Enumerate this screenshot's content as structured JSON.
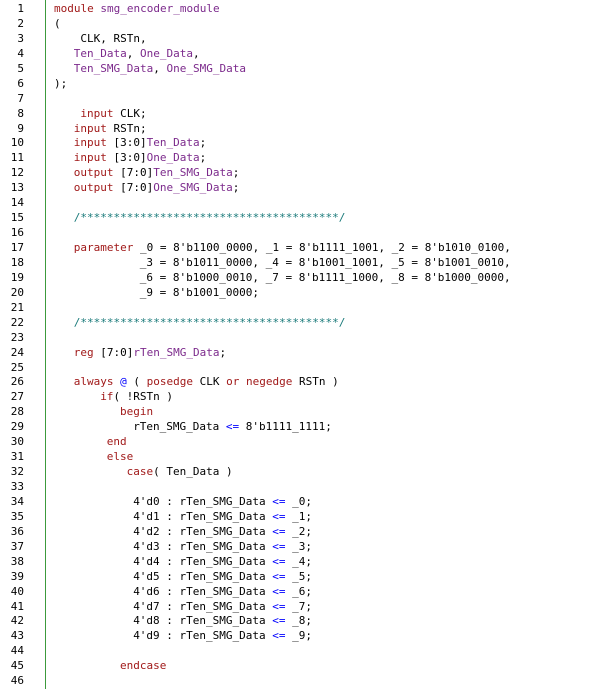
{
  "editor": {
    "language": "verilog",
    "colors": {
      "keyword": "#a11a1a",
      "identifier": "#7c2a8c",
      "comment": "#1a7a7a",
      "operator": "#0000ff",
      "text": "#000000",
      "gutter_border": "#3c9a3c"
    },
    "lines": [
      {
        "n": "1",
        "indent": 0,
        "tokens": [
          {
            "t": "kw",
            "v": "module"
          },
          {
            "t": "tx",
            "v": " "
          },
          {
            "t": "id",
            "v": "smg_encoder_module"
          }
        ]
      },
      {
        "n": "2",
        "indent": 0,
        "tokens": [
          {
            "t": "tx",
            "v": "("
          }
        ]
      },
      {
        "n": "3",
        "indent": 4,
        "tokens": [
          {
            "t": "tx",
            "v": "CLK, RSTn,"
          }
        ]
      },
      {
        "n": "4",
        "indent": 3,
        "tokens": [
          {
            "t": "id",
            "v": "Ten_Data"
          },
          {
            "t": "tx",
            "v": ", "
          },
          {
            "t": "id",
            "v": "One_Data"
          },
          {
            "t": "tx",
            "v": ","
          }
        ]
      },
      {
        "n": "5",
        "indent": 3,
        "tokens": [
          {
            "t": "id",
            "v": "Ten_SMG_Data"
          },
          {
            "t": "tx",
            "v": ", "
          },
          {
            "t": "id",
            "v": "One_SMG_Data"
          }
        ]
      },
      {
        "n": "6",
        "indent": 0,
        "tokens": [
          {
            "t": "tx",
            "v": ");"
          }
        ]
      },
      {
        "n": "7",
        "indent": 0,
        "tokens": []
      },
      {
        "n": "8",
        "indent": 4,
        "tokens": [
          {
            "t": "kw",
            "v": "input"
          },
          {
            "t": "tx",
            "v": " CLK;"
          }
        ]
      },
      {
        "n": "9",
        "indent": 3,
        "tokens": [
          {
            "t": "kw",
            "v": "input"
          },
          {
            "t": "tx",
            "v": " RSTn;"
          }
        ]
      },
      {
        "n": "10",
        "indent": 3,
        "tokens": [
          {
            "t": "kw",
            "v": "input"
          },
          {
            "t": "tx",
            "v": " [3:0]"
          },
          {
            "t": "id",
            "v": "Ten_Data"
          },
          {
            "t": "tx",
            "v": ";"
          }
        ]
      },
      {
        "n": "11",
        "indent": 3,
        "tokens": [
          {
            "t": "kw",
            "v": "input"
          },
          {
            "t": "tx",
            "v": " [3:0]"
          },
          {
            "t": "id",
            "v": "One_Data"
          },
          {
            "t": "tx",
            "v": ";"
          }
        ]
      },
      {
        "n": "12",
        "indent": 3,
        "tokens": [
          {
            "t": "kw",
            "v": "output"
          },
          {
            "t": "tx",
            "v": " [7:0]"
          },
          {
            "t": "id",
            "v": "Ten_SMG_Data"
          },
          {
            "t": "tx",
            "v": ";"
          }
        ]
      },
      {
        "n": "13",
        "indent": 3,
        "tokens": [
          {
            "t": "kw",
            "v": "output"
          },
          {
            "t": "tx",
            "v": " [7:0]"
          },
          {
            "t": "id",
            "v": "One_SMG_Data"
          },
          {
            "t": "tx",
            "v": ";"
          }
        ]
      },
      {
        "n": "14",
        "indent": 0,
        "tokens": []
      },
      {
        "n": "15",
        "indent": 3,
        "tokens": [
          {
            "t": "cm",
            "v": "/***************************************/"
          }
        ]
      },
      {
        "n": "16",
        "indent": 0,
        "tokens": []
      },
      {
        "n": "17",
        "indent": 3,
        "tokens": [
          {
            "t": "kw",
            "v": "parameter"
          },
          {
            "t": "tx",
            "v": " _0 = 8'b1100_0000, _1 = 8'b1111_1001, _2 = 8'b1010_0100,"
          }
        ]
      },
      {
        "n": "18",
        "indent": 13,
        "tokens": [
          {
            "t": "tx",
            "v": "_3 = 8'b1011_0000, _4 = 8'b1001_1001, _5 = 8'b1001_0010,"
          }
        ]
      },
      {
        "n": "19",
        "indent": 13,
        "tokens": [
          {
            "t": "tx",
            "v": "_6 = 8'b1000_0010, _7 = 8'b1111_1000, _8 = 8'b1000_0000,"
          }
        ]
      },
      {
        "n": "20",
        "indent": 13,
        "tokens": [
          {
            "t": "tx",
            "v": "_9 = 8'b1001_0000;"
          }
        ]
      },
      {
        "n": "21",
        "indent": 0,
        "tokens": []
      },
      {
        "n": "22",
        "indent": 3,
        "tokens": [
          {
            "t": "cm",
            "v": "/***************************************/"
          }
        ]
      },
      {
        "n": "23",
        "indent": 0,
        "tokens": []
      },
      {
        "n": "24",
        "indent": 3,
        "tokens": [
          {
            "t": "kw",
            "v": "reg"
          },
          {
            "t": "tx",
            "v": " [7:0]"
          },
          {
            "t": "id",
            "v": "rTen_SMG_Data"
          },
          {
            "t": "tx",
            "v": ";"
          }
        ]
      },
      {
        "n": "25",
        "indent": 0,
        "tokens": []
      },
      {
        "n": "26",
        "indent": 3,
        "tokens": [
          {
            "t": "kw",
            "v": "always"
          },
          {
            "t": "tx",
            "v": " "
          },
          {
            "t": "op",
            "v": "@"
          },
          {
            "t": "tx",
            "v": " ( "
          },
          {
            "t": "kw",
            "v": "posedge"
          },
          {
            "t": "tx",
            "v": " CLK "
          },
          {
            "t": "kw",
            "v": "or"
          },
          {
            "t": "tx",
            "v": " "
          },
          {
            "t": "kw",
            "v": "negedge"
          },
          {
            "t": "tx",
            "v": " RSTn )"
          }
        ]
      },
      {
        "n": "27",
        "indent": 7,
        "tokens": [
          {
            "t": "kw",
            "v": "if"
          },
          {
            "t": "tx",
            "v": "( !RSTn )"
          }
        ]
      },
      {
        "n": "28",
        "indent": 10,
        "tokens": [
          {
            "t": "kw",
            "v": "begin"
          }
        ]
      },
      {
        "n": "29",
        "indent": 12,
        "tokens": [
          {
            "t": "tx",
            "v": "rTen_SMG_Data "
          },
          {
            "t": "op",
            "v": "<="
          },
          {
            "t": "tx",
            "v": " 8'b1111_1111;"
          }
        ]
      },
      {
        "n": "30",
        "indent": 8,
        "tokens": [
          {
            "t": "kw",
            "v": "end"
          }
        ]
      },
      {
        "n": "31",
        "indent": 8,
        "tokens": [
          {
            "t": "kw",
            "v": "else"
          }
        ]
      },
      {
        "n": "32",
        "indent": 11,
        "tokens": [
          {
            "t": "kw",
            "v": "case"
          },
          {
            "t": "tx",
            "v": "( Ten_Data )"
          }
        ]
      },
      {
        "n": "33",
        "indent": 0,
        "tokens": []
      },
      {
        "n": "34",
        "indent": 12,
        "tokens": [
          {
            "t": "tx",
            "v": "4'd0 : rTen_SMG_Data "
          },
          {
            "t": "op",
            "v": "<="
          },
          {
            "t": "tx",
            "v": " _0;"
          }
        ]
      },
      {
        "n": "35",
        "indent": 12,
        "tokens": [
          {
            "t": "tx",
            "v": "4'd1 : rTen_SMG_Data "
          },
          {
            "t": "op",
            "v": "<="
          },
          {
            "t": "tx",
            "v": " _1;"
          }
        ]
      },
      {
        "n": "36",
        "indent": 12,
        "tokens": [
          {
            "t": "tx",
            "v": "4'd2 : rTen_SMG_Data "
          },
          {
            "t": "op",
            "v": "<="
          },
          {
            "t": "tx",
            "v": " _2;"
          }
        ]
      },
      {
        "n": "37",
        "indent": 12,
        "tokens": [
          {
            "t": "tx",
            "v": "4'd3 : rTen_SMG_Data "
          },
          {
            "t": "op",
            "v": "<="
          },
          {
            "t": "tx",
            "v": " _3;"
          }
        ]
      },
      {
        "n": "38",
        "indent": 12,
        "tokens": [
          {
            "t": "tx",
            "v": "4'd4 : rTen_SMG_Data "
          },
          {
            "t": "op",
            "v": "<="
          },
          {
            "t": "tx",
            "v": " _4;"
          }
        ]
      },
      {
        "n": "39",
        "indent": 12,
        "tokens": [
          {
            "t": "tx",
            "v": "4'd5 : rTen_SMG_Data "
          },
          {
            "t": "op",
            "v": "<="
          },
          {
            "t": "tx",
            "v": " _5;"
          }
        ]
      },
      {
        "n": "40",
        "indent": 12,
        "tokens": [
          {
            "t": "tx",
            "v": "4'd6 : rTen_SMG_Data "
          },
          {
            "t": "op",
            "v": "<="
          },
          {
            "t": "tx",
            "v": " _6;"
          }
        ]
      },
      {
        "n": "41",
        "indent": 12,
        "tokens": [
          {
            "t": "tx",
            "v": "4'd7 : rTen_SMG_Data "
          },
          {
            "t": "op",
            "v": "<="
          },
          {
            "t": "tx",
            "v": " _7;"
          }
        ]
      },
      {
        "n": "42",
        "indent": 12,
        "tokens": [
          {
            "t": "tx",
            "v": "4'd8 : rTen_SMG_Data "
          },
          {
            "t": "op",
            "v": "<="
          },
          {
            "t": "tx",
            "v": " _8;"
          }
        ]
      },
      {
        "n": "43",
        "indent": 12,
        "tokens": [
          {
            "t": "tx",
            "v": "4'd9 : rTen_SMG_Data "
          },
          {
            "t": "op",
            "v": "<="
          },
          {
            "t": "tx",
            "v": " _9;"
          }
        ]
      },
      {
        "n": "44",
        "indent": 0,
        "tokens": []
      },
      {
        "n": "45",
        "indent": 10,
        "tokens": [
          {
            "t": "kw",
            "v": "endcase"
          }
        ]
      },
      {
        "n": "46",
        "indent": 0,
        "tokens": []
      }
    ]
  }
}
